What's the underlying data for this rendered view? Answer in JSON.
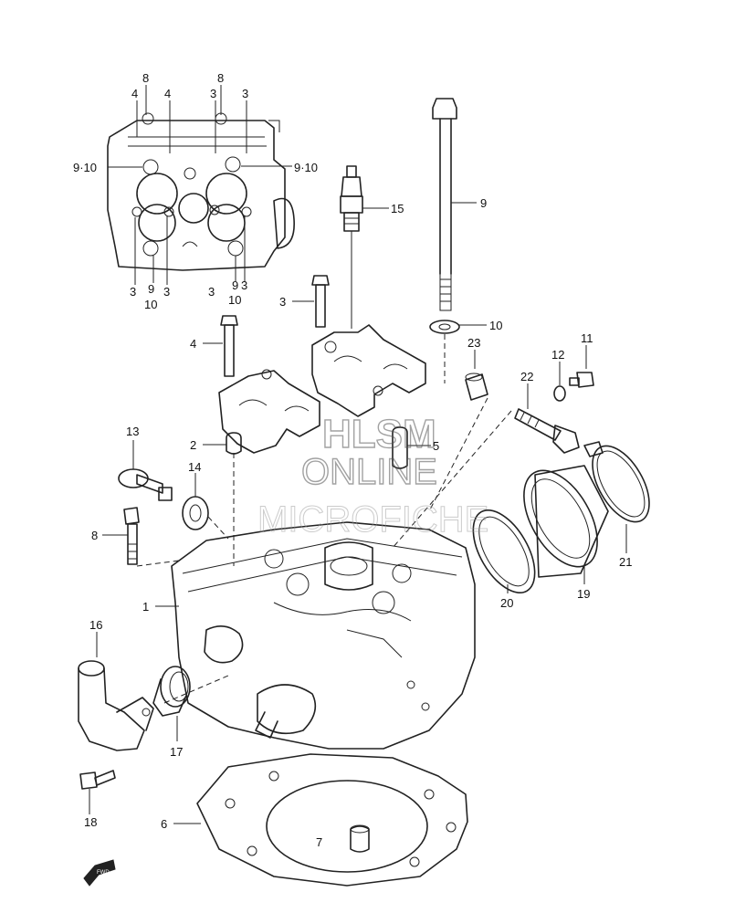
{
  "diagram": {
    "watermark": {
      "line1": "HLSM",
      "line2": "ONLINE",
      "line3": "MICROFICHE"
    },
    "orientation_badge": "FWD",
    "inset_labels": {
      "t1": "8",
      "t2": "4",
      "t3": "4",
      "t4": "8",
      "t5": "3",
      "t6": "3",
      "left_side": "9·10",
      "right_side": "9·10",
      "b1": "3",
      "b2": "9",
      "b3": "10",
      "b4": "3",
      "b5": "3",
      "b6": "10",
      "b7": "9",
      "b8": "3"
    },
    "part_labels": {
      "p1": "1",
      "p2": "2",
      "p3": "3",
      "p4": "4",
      "p5": "5",
      "p6": "6",
      "p7": "7",
      "p8": "8",
      "p9": "9",
      "p10": "10",
      "p11": "11",
      "p12": "12",
      "p13": "13",
      "p14": "14",
      "p15": "15",
      "p16": "16",
      "p17": "17",
      "p18": "18",
      "p19": "19",
      "p20": "20",
      "p21": "21",
      "p22": "22",
      "p23": "23"
    }
  }
}
